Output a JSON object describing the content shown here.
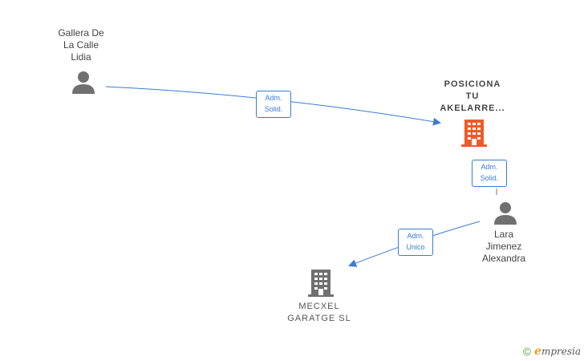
{
  "nodes": {
    "gallera": {
      "line1": "Gallera De",
      "line2": "La Calle",
      "line3": "Lidia"
    },
    "posiciona": {
      "line1": "POSICIONA",
      "line2": "TU",
      "line3": "AKELARRE..."
    },
    "lara": {
      "line1": "Lara",
      "line2": "Jimenez",
      "line3": "Alexandra"
    },
    "mecxel": {
      "line1": "MECXEL",
      "line2": "GARATGE  SL"
    }
  },
  "edges": {
    "e1": {
      "line1": "Adm.",
      "line2": "Solid."
    },
    "e2": {
      "line1": "Adm.",
      "line2": "Solid."
    },
    "e3": {
      "line1": "Adm.",
      "line2": "Unico"
    }
  },
  "footer": {
    "copyright": "©",
    "brand_first": "e",
    "brand_rest": "mpresia"
  },
  "colors": {
    "edge": "#3a7bd5",
    "person_icon": "#707070",
    "company_highlight": "#f05a28",
    "company_gray": "#707070"
  }
}
